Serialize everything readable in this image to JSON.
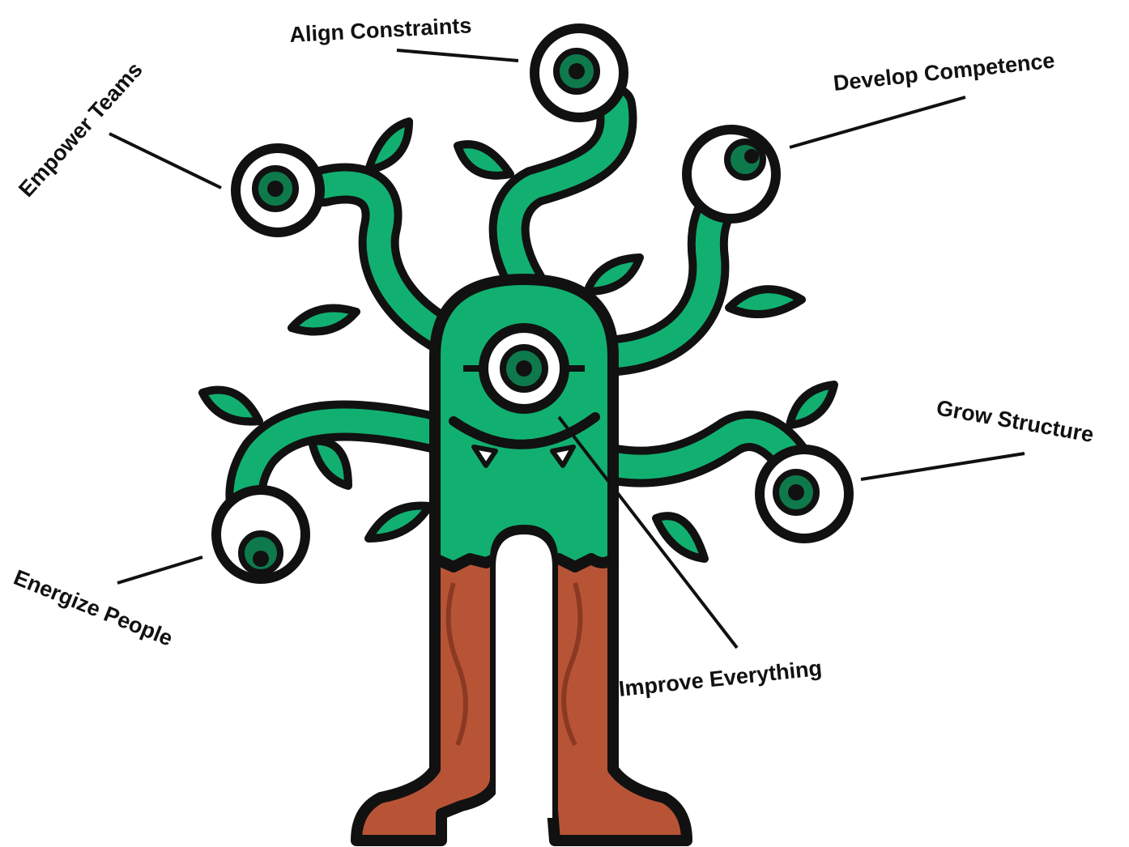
{
  "labels": {
    "align_constraints": "Align Constraints",
    "empower_teams": "Empower Teams",
    "develop_competence": "Develop Competence",
    "grow_structure": "Grow Structure",
    "energize_people": "Energize People",
    "improve_everything": "Improve Everything"
  },
  "colors": {
    "body_green": "#12b070",
    "pupil_dark_green": "#0e7a4c",
    "boot_brown": "#b85436",
    "outline": "#111111",
    "eye_white": "#ffffff",
    "background": "#ffffff"
  }
}
